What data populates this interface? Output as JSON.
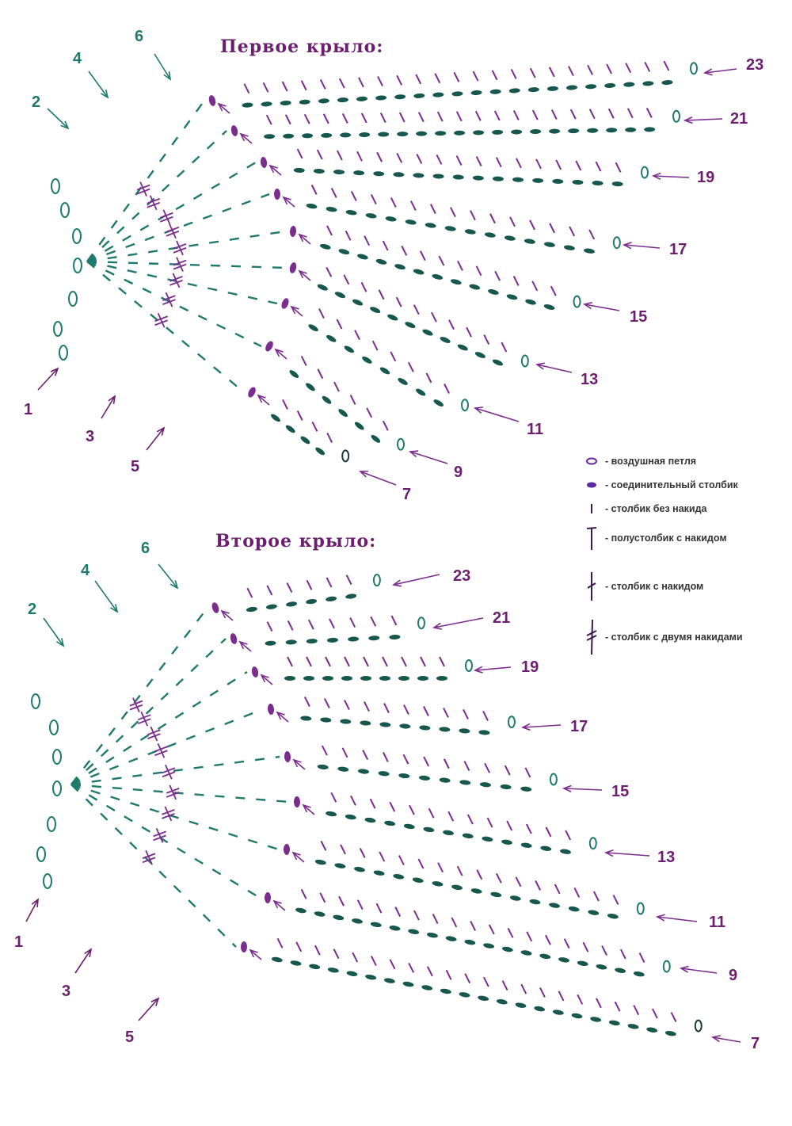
{
  "colors": {
    "purple": "#7b2d8e",
    "teal": "#1f7a6c",
    "dark_teal": "#16574e",
    "title": "#6b1f6e",
    "label_purple": "#6b1f6e"
  },
  "wing1": {
    "title": "Первое крыло:",
    "left_labels": [
      "1",
      "2",
      "3",
      "4",
      "5",
      "6"
    ],
    "row_labels": [
      "7",
      "9",
      "11",
      "13",
      "15",
      "17",
      "19",
      "21",
      "23"
    ]
  },
  "wing2": {
    "title": "Второе крыло:",
    "left_labels": [
      "1",
      "2",
      "3",
      "4",
      "5",
      "6"
    ],
    "row_labels": [
      "7",
      "9",
      "11",
      "13",
      "15",
      "17",
      "19",
      "21",
      "23"
    ]
  },
  "legend": [
    {
      "icon": "chain-stitch-icon",
      "text": "- воздушная петля"
    },
    {
      "icon": "slip-stitch-icon",
      "text": "- соединительный столбик"
    },
    {
      "icon": "single-crochet-icon",
      "text": "- столбик без накида"
    },
    {
      "icon": "half-double-crochet-icon",
      "text": "- полустолбик с накидом"
    },
    {
      "icon": "double-crochet-icon",
      "text": "- столбик с накидом"
    },
    {
      "icon": "treble-crochet-icon",
      "text": "- столбик с двумя накидами"
    }
  ]
}
